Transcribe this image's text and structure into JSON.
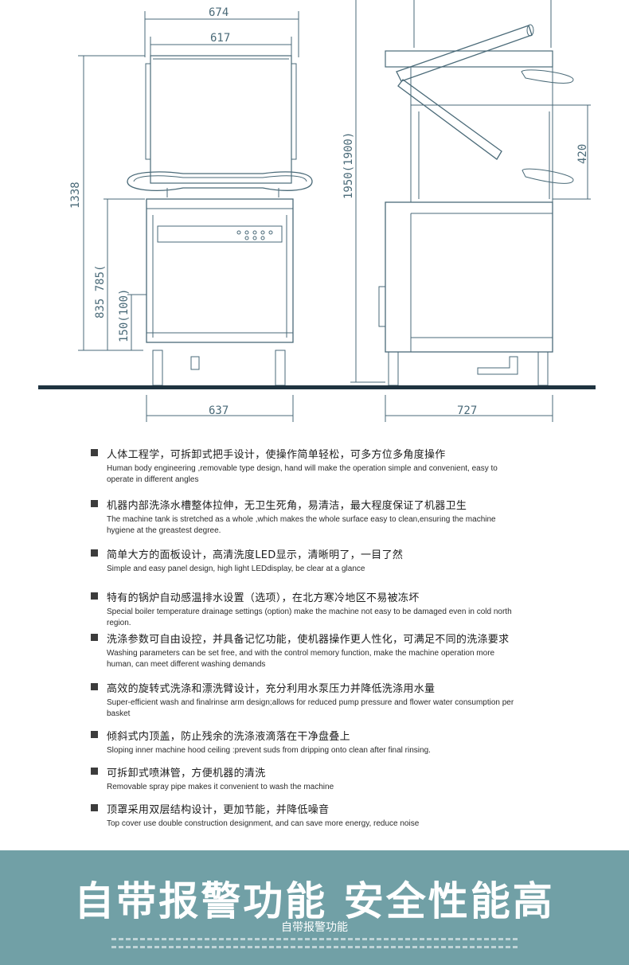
{
  "drawing": {
    "dims": {
      "top_outer": "674",
      "top_inner": "617",
      "front_height": "1338",
      "side_height": "1950(1900)",
      "hood_opening": "420",
      "table_height": "835 785(",
      "leg_height": "150(100)",
      "front_width": "637",
      "side_width": "727"
    }
  },
  "features": [
    {
      "zh": "人体工程学，可拆卸式把手设计，使操作简单轻松，可多方位多角度操作",
      "en": "Human body engineering ,removable type design,  hand will make the operation simple and convenient, easy to operate in different angles"
    },
    {
      "zh": "机器内部洗涤水槽整体拉伸，无卫生死角，易清洁，最大程度保证了机器卫生",
      "en": "The machine tank is stretched as a whole ,which makes the whole surface easy to clean,ensuring the machine hygiene at the greastest degree."
    },
    {
      "zh": "简单大方的面板设计，高清洗度LED显示，清晰明了，一目了然",
      "en": "Simple and easy panel design, high light LEDdisplay,  be clear at a glance"
    },
    {
      "zh": "特有的锅炉自动感温排水设置（选项），在北方寒冷地区不易被冻坏",
      "en": "Special boiler temperature drainage settings  (option) make the machine not easy to be damaged even in  cold north region."
    },
    {
      "zh": "洗涤参数可自由设控，并具备记忆功能，使机器操作更人性化，可满足不同的洗涤要求",
      "en": "Washing parameters can be set free, and with the control memory function, make the machine operation more human, can meet different washing demands"
    },
    {
      "zh": "高效的旋转式洗涤和漂洗臂设计，充分利用水泵压力并降低洗涤用水量",
      "en": "Super-efficient wash and finalrinse arm design;allows for reduced pump pressure and flower water consumption per basket"
    },
    {
      "zh": "倾斜式内顶盖，防止残余的洗涤液滴落在干净盘叠上",
      "en": "Sloping inner machine hood ceiling :prevent suds from dripping onto clean after final rinsing."
    },
    {
      "zh": "可拆卸式喷淋管，方便机器的清洗",
      "en": "Removable spray pipe makes it convenient  to wash the  machine"
    },
    {
      "zh": "顶罩采用双层结构设计，更加节能，并降低噪音",
      "en": "Top cover use double construction designment, and can save more energy, reduce noise"
    }
  ],
  "banner": {
    "headline": "自带报警功能 安全性能高",
    "sub": "自带报警功能"
  },
  "colors": {
    "line": "#4a6a78",
    "floor": "#1f3340",
    "banner_bg": "#71a0a6"
  }
}
